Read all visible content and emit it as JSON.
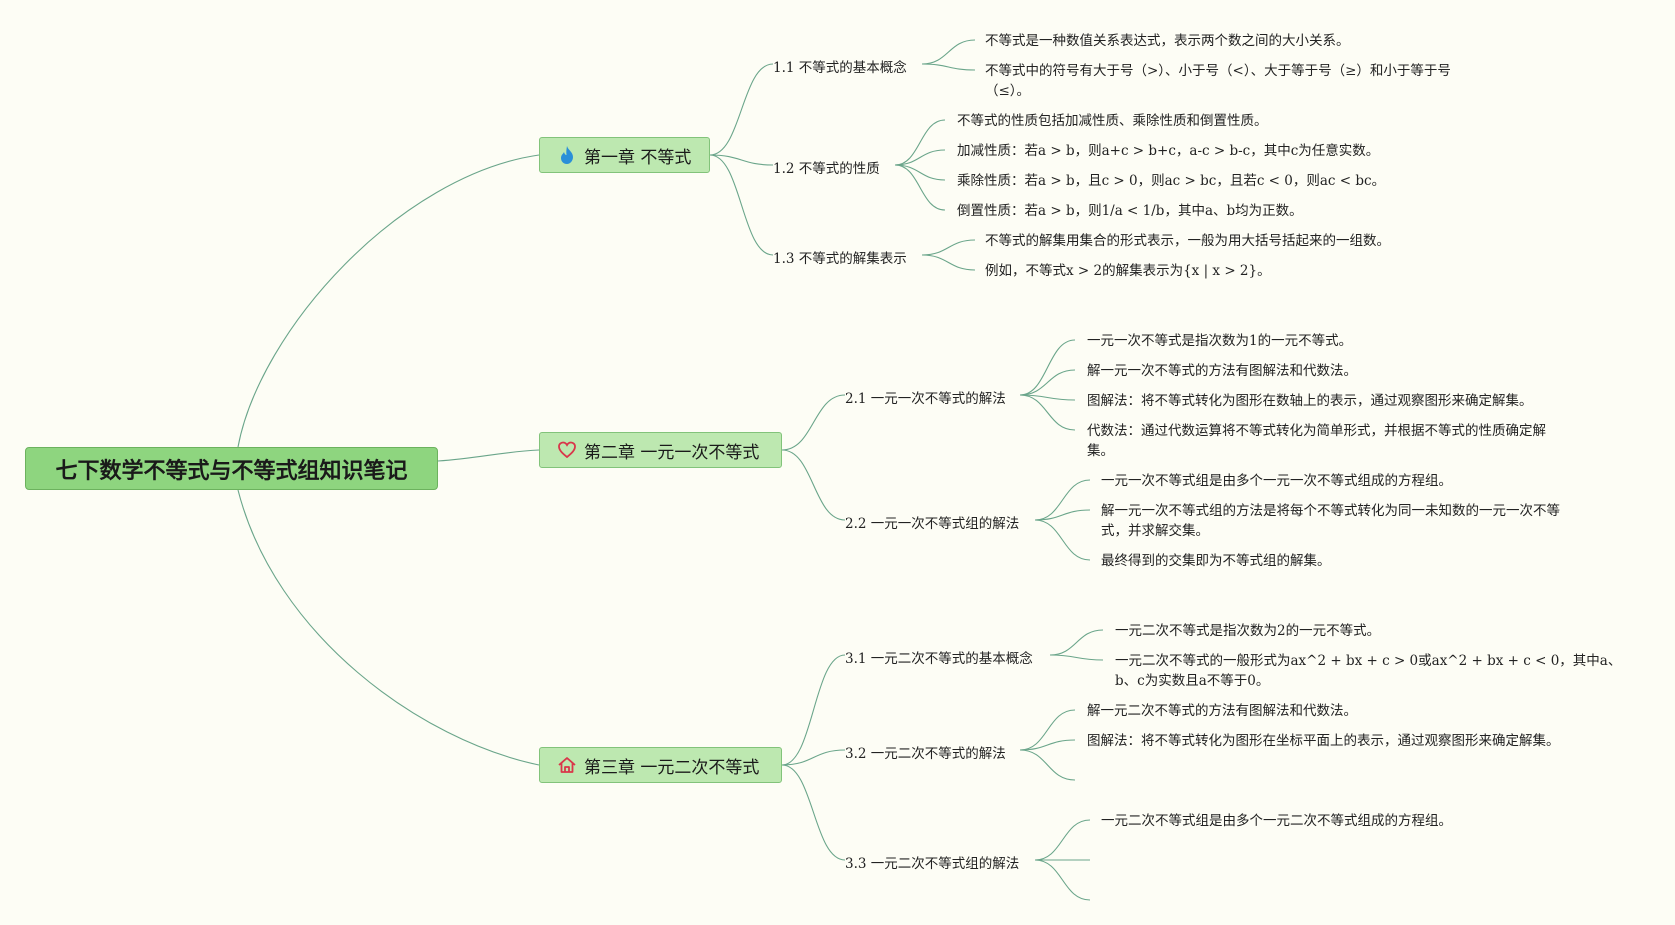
{
  "title": "七下数学不等式与不等式组知识笔记",
  "chapters": [
    {
      "label": "第一章 不等式",
      "icon": "flame-icon",
      "icon_color": "#2a8fd8",
      "topics": [
        {
          "label": "1.1 不等式的基本概念",
          "leaves": [
            "不等式是一种数值关系表达式，表示两个数之间的大小关系。",
            "不等式中的符号有大于号（>）、小于号（<）、大于等于号（≥）和小于等于号（≤）。"
          ]
        },
        {
          "label": "1.2 不等式的性质",
          "leaves": [
            "不等式的性质包括加减性质、乘除性质和倒置性质。",
            "加减性质：若a > b，则a+c > b+c，a-c > b-c，其中c为任意实数。",
            "乘除性质：若a > b，且c > 0，则ac > bc，且若c < 0，则ac < bc。",
            "倒置性质：若a > b，则1/a < 1/b，其中a、b均为正数。"
          ]
        },
        {
          "label": "1.3 不等式的解集表示",
          "leaves": [
            "不等式的解集用集合的形式表示，一般为用大括号括起来的一组数。",
            "例如，不等式x > 2的解集表示为{x | x > 2}。"
          ]
        }
      ]
    },
    {
      "label": "第二章 一元一次不等式",
      "icon": "heart-icon",
      "icon_color": "#d9364a",
      "topics": [
        {
          "label": "2.1 一元一次不等式的解法",
          "leaves": [
            "一元一次不等式是指次数为1的一元不等式。",
            "解一元一次不等式的方法有图解法和代数法。",
            "图解法：将不等式转化为图形在数轴上的表示，通过观察图形来确定解集。",
            "代数法：通过代数运算将不等式转化为简单形式，并根据不等式的性质确定解集。"
          ]
        },
        {
          "label": "2.2 一元一次不等式组的解法",
          "leaves": [
            "一元一次不等式组是由多个一元一次不等式组成的方程组。",
            "解一元一次不等式组的方法是将每个不等式转化为同一未知数的一元一次不等式，并求解交集。",
            "最终得到的交集即为不等式组的解集。"
          ]
        }
      ]
    },
    {
      "label": "第三章 一元二次不等式",
      "icon": "house-icon",
      "icon_color": "#d9364a",
      "topics": [
        {
          "label": "3.1 一元二次不等式的基本概念",
          "leaves": [
            "一元二次不等式是指次数为2的一元不等式。",
            "一元二次不等式的一般形式为ax^2 + bx + c > 0或ax^2 + bx + c < 0，其中a、b、c为实数且a不等于0。"
          ]
        },
        {
          "label": "3.2 一元二次不等式的解法",
          "leaves": [
            "解一元二次不等式的方法有图解法和代数法。",
            "图解法：将不等式转化为图形在坐标平面上的表示，通过观察图形来确定解集。",
            ""
          ]
        },
        {
          "label": "3.3 一元二次不等式组的解法",
          "leaves": [
            "一元二次不等式组是由多个一元二次不等式组成的方程组。",
            "",
            ""
          ]
        }
      ]
    }
  ]
}
